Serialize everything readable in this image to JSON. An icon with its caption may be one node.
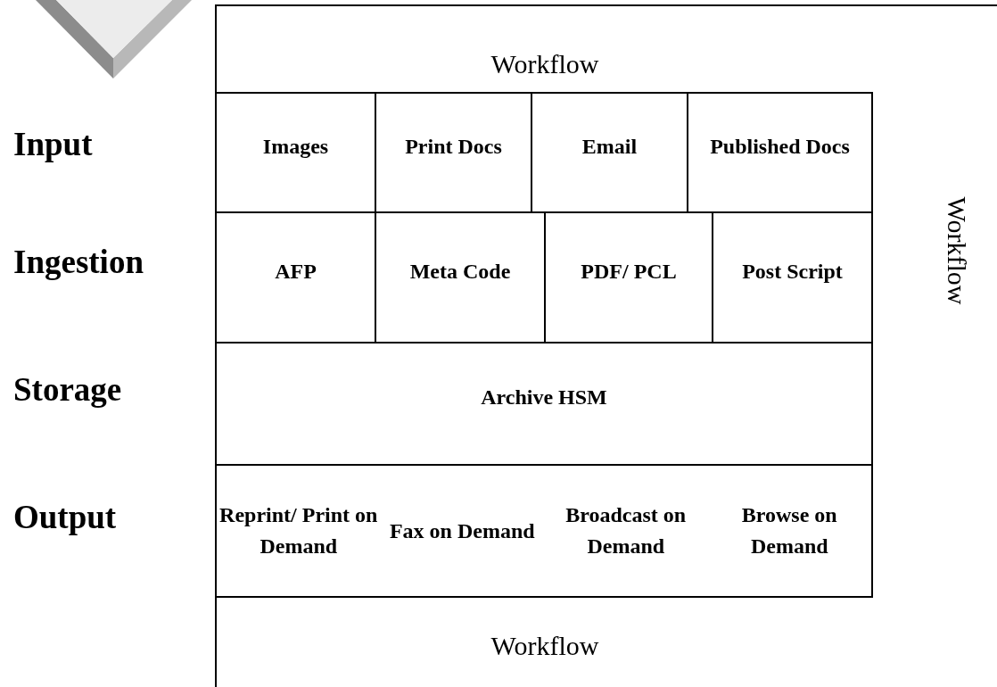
{
  "diagram": {
    "nodes": [
      {
        "text": [
          "Workflow",
          "Workflow",
          "Workflow"
        ]
      },
      {
        "text": [
          "Images"
        ],
        "in": 0
      },
      {
        "text": [
          "Print Docs"
        ],
        "in": 0
      },
      {
        "text": [
          "Email"
        ],
        "in": 0
      },
      {
        "text": [
          "Published Docs"
        ],
        "in": 0
      },
      {
        "text": [
          "AFP"
        ],
        "in": 0
      },
      {
        "text": [
          "Meta Code"
        ],
        "in": 0
      },
      {
        "text": [
          "PDF/ PCL"
        ],
        "in": 0
      },
      {
        "text": [
          "Post Script"
        ],
        "in": 0
      },
      {
        "text": [
          "Archive  HSM"
        ],
        "in": 0
      },
      {
        "text": [
          "Reprint/ Print on Demand",
          "Fax on Demand",
          "Broadcast on Demand",
          "Browse on Demand"
        ],
        "in": 0
      }
    ],
    "edges": [],
    "labels": [
      "Input",
      "Ingestion",
      "Storage",
      "Output"
    ]
  }
}
